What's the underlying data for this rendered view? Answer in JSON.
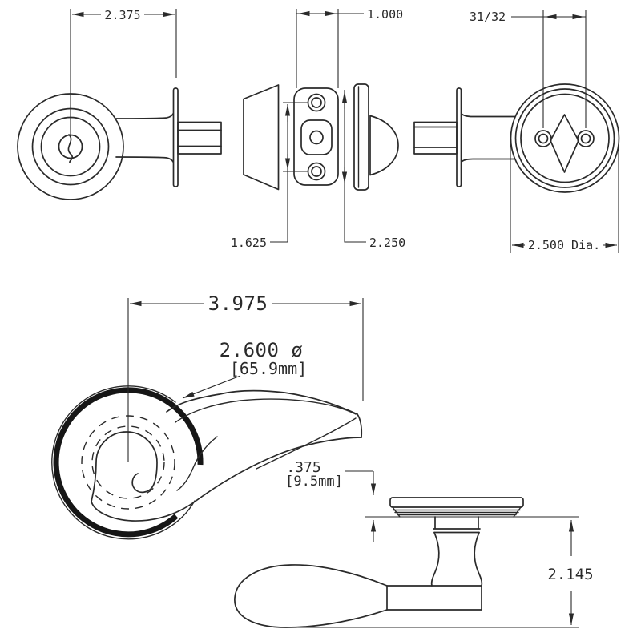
{
  "drawing": {
    "kind": "door-hardware-dimension-drawing",
    "colors": {
      "line": "#2a2a2a",
      "background": "#ffffff",
      "shading": "#161616"
    },
    "deadbolt": {
      "backset_dim": "2.375",
      "cylinder_width_dim": "1.000",
      "screw_offset_dim": "31/32",
      "screw_spacing_dim": "1.625",
      "plate_height_dim": "2.250",
      "rose_diameter_dim": "2.500 Dia."
    },
    "lever": {
      "length_dim": "3.975",
      "rose_diameter_dim": "2.600 ø",
      "rose_diameter_mm_dim": "[65.9mm]",
      "rose_projection_dim": ".375",
      "rose_projection_mm_dim": "[9.5mm]",
      "height_dim": "2.145"
    }
  }
}
